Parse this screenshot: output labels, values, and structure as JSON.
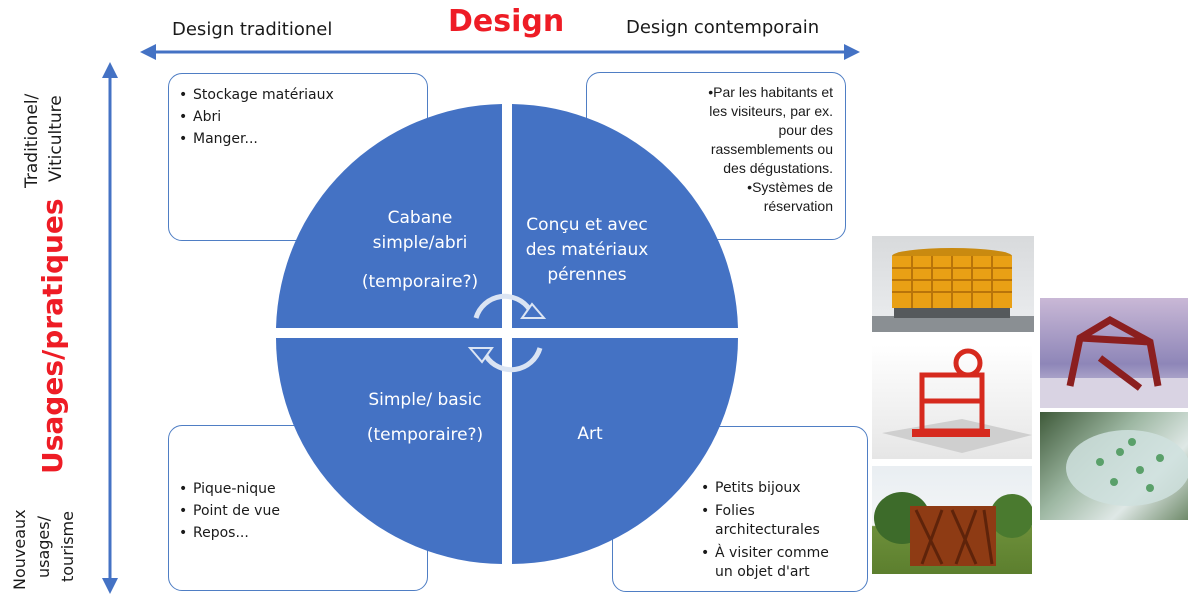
{
  "header": {
    "left": "Design traditionel",
    "title": "Design",
    "right": "Design contemporain"
  },
  "vertical": {
    "title": "Usages/pratiques",
    "top_line1": "Traditionel/",
    "top_line2": "Viticulture",
    "bottom_line1": "Nouveaux",
    "bottom_line2": "usages/",
    "bottom_line3": "tourisme"
  },
  "quadrants": {
    "top_left": {
      "line1": "Cabane",
      "line2": "simple/abri",
      "line3": "(temporaire?)"
    },
    "top_right": {
      "line1": "Conçu et avec",
      "line2": "des matériaux",
      "line3": "pérennes"
    },
    "bottom_left": {
      "line1": "Simple/ basic",
      "line2": "(temporaire?)"
    },
    "bottom_right": {
      "line1": "Art"
    }
  },
  "boxes": {
    "top_left": [
      "Stockage matériaux",
      "Abri",
      "Manger..."
    ],
    "top_right": {
      "p1_l1": "•Par les habitants et",
      "p1_l2": "les visiteurs, par ex.",
      "p1_l3": "pour des",
      "p1_l4": "rassemblements ou",
      "p1_l5": "des dégustations.",
      "p2_l1": "•Systèmes de",
      "p2_l2": "réservation"
    },
    "bottom_left": [
      "Pique-nique",
      "Point de vue",
      "Repos..."
    ],
    "bottom_right": {
      "b1": "Petits bijoux",
      "b2_l1": "Folies",
      "b2_l2": "architecturales",
      "b3_l1": "À visiter comme",
      "b3_l2": "un objet d'art"
    }
  },
  "photos": [
    "round-wood-tower-photo",
    "red-frame-sculpture-photo",
    "red-pavilion-render-photo",
    "glass-bottle-wall-photo",
    "wooden-lattice-pavilion-photo"
  ],
  "colors": {
    "quadrant": "#4472c4",
    "title": "#ee1c25",
    "arrow": "#4472c4",
    "border": "#4f7ec4"
  }
}
